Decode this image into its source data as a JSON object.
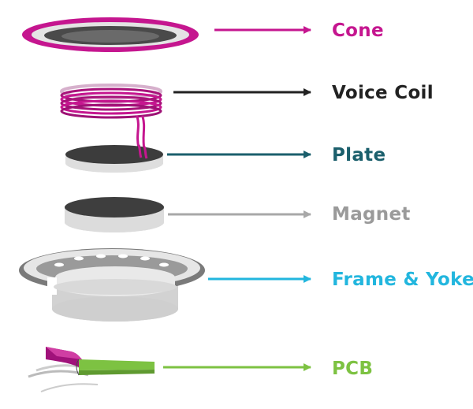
{
  "colors": {
    "cone": "#c5168f",
    "voice_coil": "#222222",
    "plate": "#1b5f6c",
    "magnet": "#9a9a9a",
    "frame_yoke": "#22b6de",
    "pcb": "#7dc242"
  },
  "parts": [
    {
      "label": "Cone",
      "color_key": "cone"
    },
    {
      "label": "Voice Coil",
      "color_key": "voice_coil"
    },
    {
      "label": "Plate",
      "color_key": "plate"
    },
    {
      "label": "Magnet",
      "color_key": "magnet"
    },
    {
      "label": "Frame & Yoke",
      "color_key": "frame_yoke"
    },
    {
      "label": "PCB",
      "color_key": "pcb"
    }
  ]
}
